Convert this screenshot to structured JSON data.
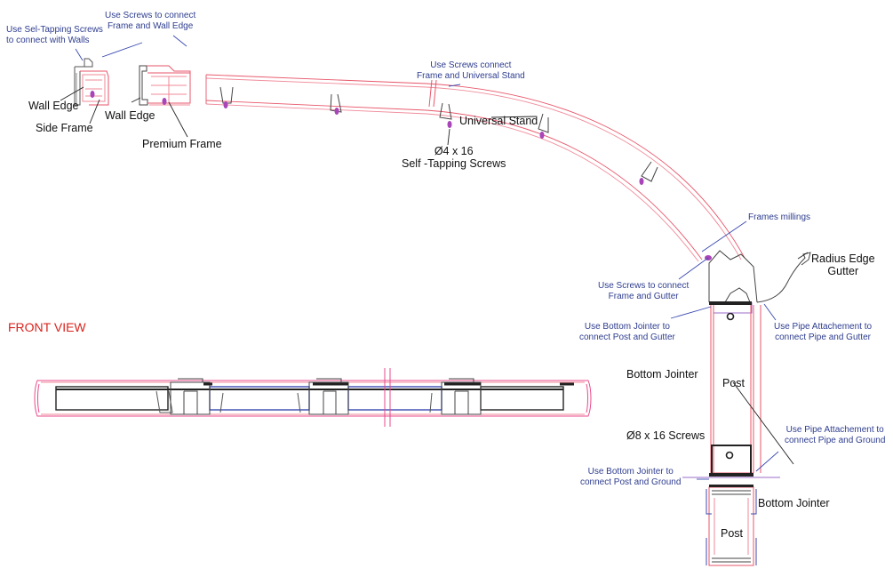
{
  "colors": {
    "frame_red": "#e8566a",
    "frame_pink": "#f08a9a",
    "outline_dark": "#3a3a3a",
    "annotation_blue": "#2e3d8f",
    "screw_purple": "#a845b8",
    "inner_blue": "#3a4ab0",
    "title_red": "#d9231d"
  },
  "labels": {
    "sel_tapping_walls": [
      "Use Sel-Tapping Screws",
      "to connect with Walls"
    ],
    "screws_frame_wall": [
      "Use Screws to connect",
      "Frame and Wall Edge"
    ],
    "wall_edge_1": "Wall Edge",
    "side_frame": "Side Frame",
    "wall_edge_2": "Wall Edge",
    "premium_frame": "Premium Frame",
    "screws_frame_stand": [
      "Use Screws connect",
      "Frame and Universal Stand"
    ],
    "universal_stand": "Universal Stand",
    "self_tapping_screws": [
      "Ø4 x 16",
      "Self -Tapping Screws"
    ],
    "frames_millings": "Frames millings",
    "radius_edge_gutter": [
      "Radius Edge",
      "Gutter"
    ],
    "screws_frame_gutter": [
      "Use Screws to connect",
      "Frame and Gutter"
    ],
    "front_view": "FRONT VIEW",
    "bottom_jointer_post_gutter": [
      "Use Bottom Jointer to",
      "connect Post and Gutter"
    ],
    "pipe_attach_gutter": [
      "Use Pipe Attachement to",
      "connect Pipe and Gutter"
    ],
    "bottom_jointer_1": "Bottom Jointer",
    "post_1": "Post",
    "screws_8x16": "Ø8 x 16 Screws",
    "pipe_attach_ground": [
      "Use Pipe Attachement to",
      "connect Pipe and Ground"
    ],
    "bottom_jointer_post_ground": [
      "Use Bottom Jointer to",
      "connect Post and Ground"
    ],
    "bottom_jointer_2": "Bottom Jointer",
    "post_2": "Post"
  }
}
